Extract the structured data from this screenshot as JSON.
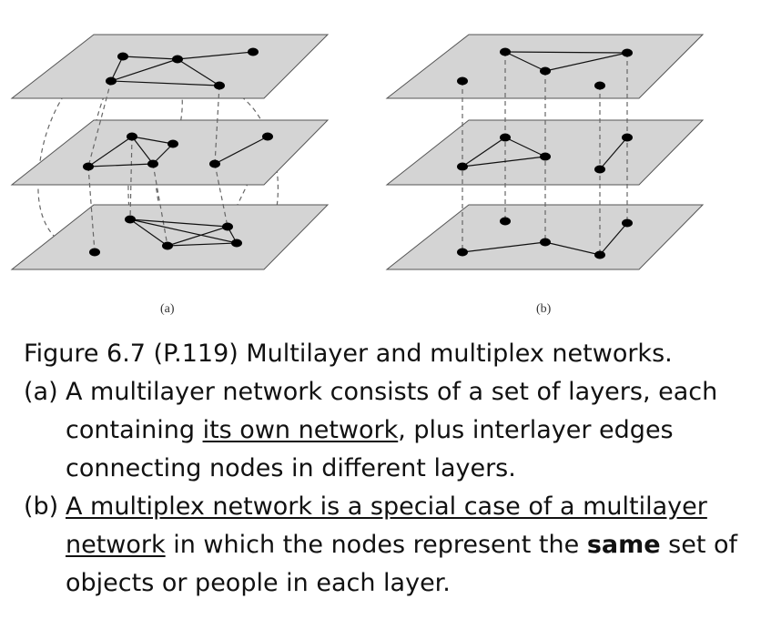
{
  "figure": {
    "panel_a_label": "(a)",
    "panel_b_label": "(b)",
    "colors": {
      "plane": "#d4d4d4",
      "node": "#000000",
      "interlayer_edge": "#666666"
    }
  },
  "caption": {
    "title": "Figure 6.7 (P.119) Multilayer and multiplex networks.",
    "item_a": {
      "label": "(a)",
      "text_1": "A multilayer network consists of a set of layers, each containing ",
      "underlined": "its own network",
      "text_2": ", plus interlayer edges connecting nodes in different layers."
    },
    "item_b": {
      "label": "(b)",
      "underlined": "A multiplex network is a special case of a multilayer network",
      "text_1": " in which the nodes represent the ",
      "bold": "same",
      "text_2": " set of objects or people in each layer."
    }
  }
}
